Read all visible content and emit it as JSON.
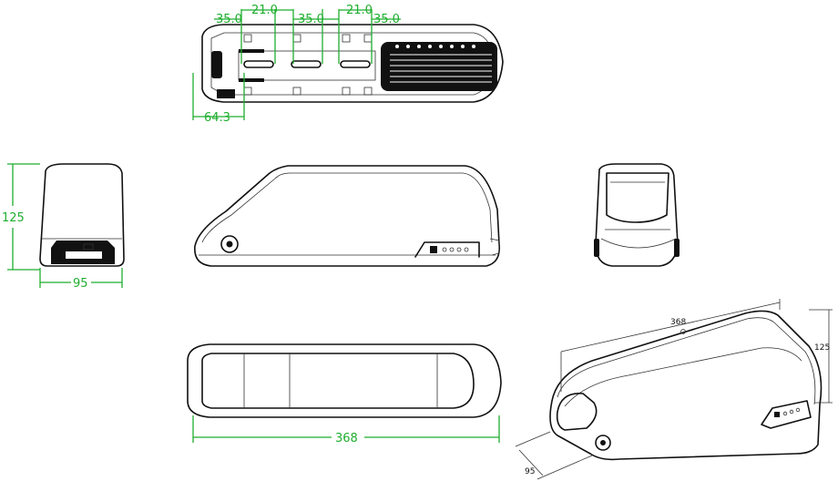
{
  "top_view": {
    "dims": [
      "35.0",
      "21.0",
      "35.0",
      "21.0",
      "35.0"
    ],
    "width_dim": "64.3"
  },
  "front_view": {
    "height": "125",
    "width": "95"
  },
  "bottom_view": {
    "length": "368"
  },
  "iso_view": {
    "length": "368",
    "height": "125",
    "width": "95"
  },
  "colors": {
    "dimension": "#1fae2f",
    "outline": "#111111",
    "background": "#ffffff"
  }
}
